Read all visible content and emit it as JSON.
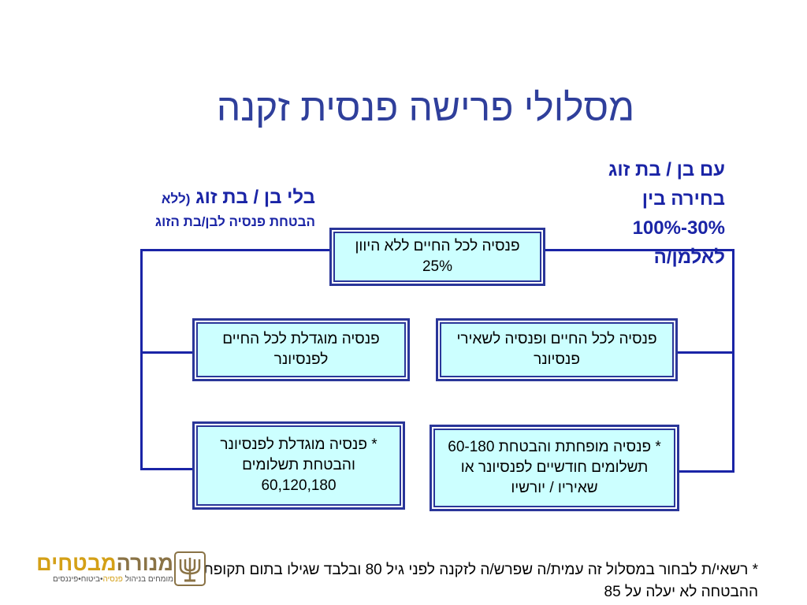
{
  "title": "מסלולי פרישה פנסית זקנה",
  "right_label": {
    "line1": "עם בן / בת זוג",
    "line2": "בחירה בין",
    "line3": "100%-30%",
    "line4": "לאלמן/ה"
  },
  "left_label": {
    "line1_main": "בלי בן / בת זוג",
    "line1_paren": "(ללא",
    "line2": "הבטחת פנסיה לבן/בת הזוג"
  },
  "boxes": {
    "top": "פנסיה לכל החיים ללא היוון 25%",
    "mid_right": "פנסיה לכל החיים ופנסיה לשאירי פנסיונר",
    "mid_left": "פנסיה מוגדלת לכל החיים לפנסיונר",
    "bottom_right": "* פנסיה מופחתת והבטחת 60-180 תשלומים חודשיים לפנסיונר או שאיריו / יורשיו",
    "bottom_left": "* פנסיה מוגדלת לפנסיונר והבטחת תשלומים 60,120,180"
  },
  "footnote": "* רשאי/ת לבחור במסלול זה עמית/ה שפרש/ה לזקנה לפני גיל 80 ובלבד שגילו בתום תקופת ההבטחה לא יעלה על 85",
  "logo": {
    "word1": "מנורה",
    "word2": "מבטחים",
    "sub_part1": "מומחים בניהול",
    "sub_accent": "פנסיה",
    "sub_part2": "•ביטוח•פיננסים"
  },
  "colors": {
    "title": "#2f3f9b",
    "labels": "#1a24a6",
    "box_fill": "#ccffff",
    "box_border": "#2a3699",
    "logo_gold": "#d4a017"
  }
}
